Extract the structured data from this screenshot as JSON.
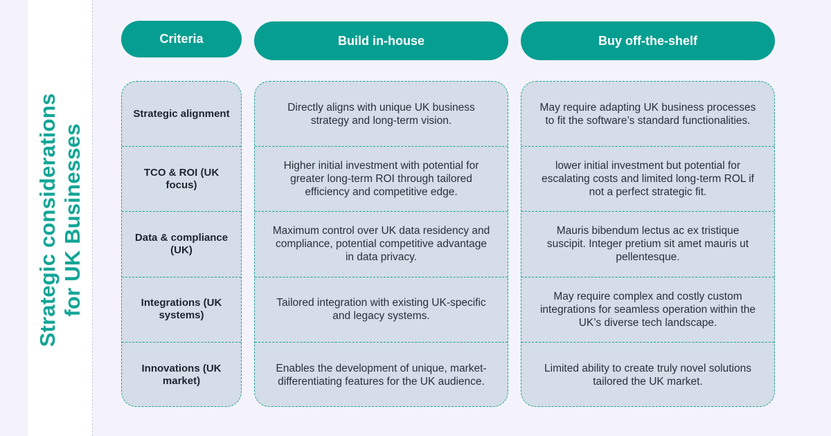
{
  "title": {
    "line1": "Strategic considerations",
    "line2": "for UK Businesses"
  },
  "headers": {
    "criteria": "Criteria",
    "build": "Build in-house",
    "buy": "Buy off-the-shelf"
  },
  "rows": [
    {
      "criteria": "Strategic alignment",
      "build": "Directly aligns with unique UK business strategy and long-term vision.",
      "buy": "May require adapting UK business processes to fit the software’s standard functionalities."
    },
    {
      "criteria": "TCO & ROI (UK focus)",
      "build": "Higher initial investment with potential for greater long-term ROI through tailored efficiency and competitive edge.",
      "buy": "lower initial investment but potential for escalating costs and limited long-term ROL if not a perfect strategic fit."
    },
    {
      "criteria": "Data & compliance (UK)",
      "build": "Maximum control over UK data residency and compliance, potential competitive advantage in data privacy.",
      "buy": "Mauris bibendum lectus ac ex tristique suscipit. Integer pretium sit amet mauris ut pellentesque."
    },
    {
      "criteria": "Integrations (UK systems)",
      "build": "Tailored integration with existing UK-specific and legacy systems.",
      "buy": "May require complex and costly custom integrations for seamless operation within the UK’s diverse tech landscape."
    },
    {
      "criteria": "Innovations (UK market)",
      "build": "Enables the development of unique, market-differentiating features for the UK audience.",
      "buy": "Limited ability to create truly novel solutions tailored the UK market."
    }
  ],
  "colors": {
    "accent": "#079e92",
    "cell_bg": "#d4dde8",
    "page_bg": "#f4f3fb"
  }
}
